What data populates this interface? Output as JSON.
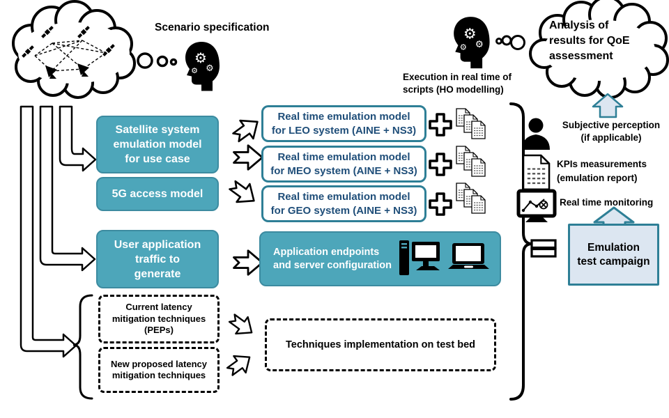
{
  "scenario_label": "Scenario specification",
  "analysis_label": "Analysis of\nresults for QoE\nassessment",
  "execution_label": "Execution  in real time of\nscripts (HO modelling)",
  "inputs": {
    "satellite": "Satellite system\nemulation model\nfor use case",
    "access_5g": "5G access model",
    "traffic": "User application\ntraffic to\ngenerate"
  },
  "models": [
    {
      "label": "Real time emulation model\nfor LEO system (AINE + NS3)"
    },
    {
      "label": "Real time emulation model\nfor MEO system (AINE + NS3)"
    },
    {
      "label": "Real time emulation model\nfor GEO system (AINE + NS3)"
    }
  ],
  "endpoints_label": "Application  endpoints\nand server configuration",
  "mitigation": {
    "current": "Current latency\nmitigation techniques\n(PEPs)",
    "proposed": "New proposed latency\nmitigation techniques",
    "testbed": "Techniques implementation  on test bed"
  },
  "outputs": {
    "subjective": "Subjective perception\n(if applicable)",
    "kpis": "KPIs measurements\n(emulation report)",
    "monitoring": "Real time monitoring"
  },
  "campaign_label": "Emulation\ntest campaign",
  "icons": {
    "gear_glyph": "⚙",
    "scenario_cloud": "satellite-network-cloud",
    "brain_gears": "head-with-gears",
    "thought_bubbles": "thought-bubbles",
    "plus": "plus-cross",
    "scripts": "script-document-stack",
    "person": "person-silhouette",
    "report": "report-document",
    "monitor": "monitor-with-chart",
    "desktop": "desktop-computer",
    "laptop": "laptop",
    "equals": "equals-sign",
    "brace": "curly-brace",
    "flow_arrow": "outline-block-arrow"
  },
  "colors": {
    "teal_fill": "#4DA6BA",
    "teal_border": "#3C8BA0",
    "outline_teal": "#2E7F96",
    "model_text": "#1F4E79",
    "light_blue_fill": "#DCE6F1",
    "black": "#000000",
    "white": "#FFFFFF"
  }
}
